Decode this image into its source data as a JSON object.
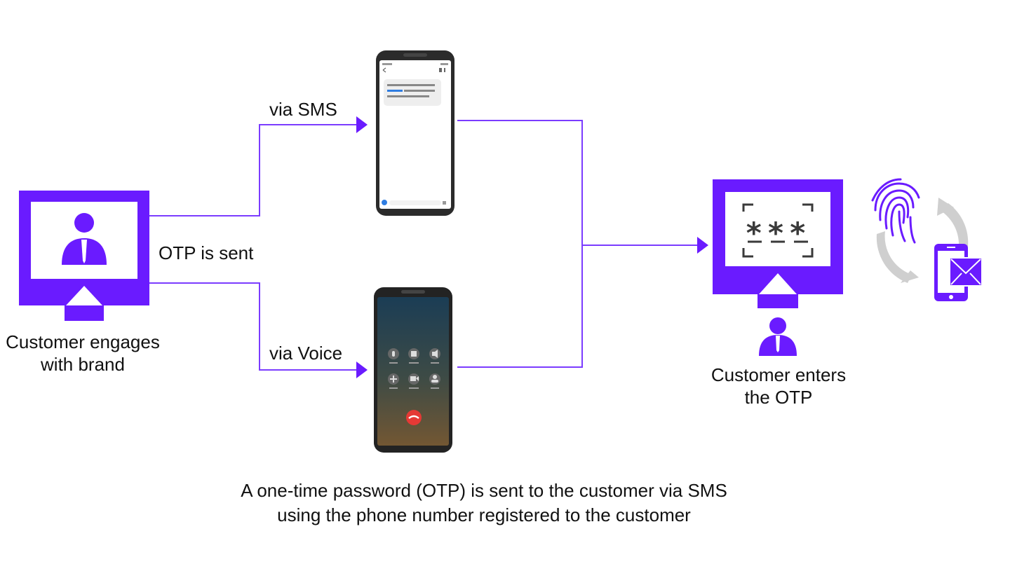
{
  "colors": {
    "accent": "#6a1bff",
    "line": "#7b3cff",
    "grey": "#c8c8c8",
    "phone_body": "#2b2b2b",
    "call_bg_top": "#1d3f57",
    "call_bg_bottom": "#6e5432",
    "hangup": "#e53935"
  },
  "labels": {
    "source_line1": "Customer engages",
    "source_line2": "with brand",
    "otp_sent": "OTP is sent",
    "via_sms": "via SMS",
    "via_voice": "via Voice",
    "target_line1": "Customer enters",
    "target_line2": "the OTP",
    "otp_mask": "***"
  },
  "caption": {
    "line1": "A one-time password (OTP) is sent to the customer via SMS",
    "line2": "using the phone number registered to the customer"
  },
  "icons": {
    "source": "person-on-monitor-icon",
    "sms_phone": "sms-phone-icon",
    "voice_phone": "voice-call-phone-icon",
    "target": "password-monitor-icon",
    "auth": "fingerprint-phone-mail-icon"
  }
}
